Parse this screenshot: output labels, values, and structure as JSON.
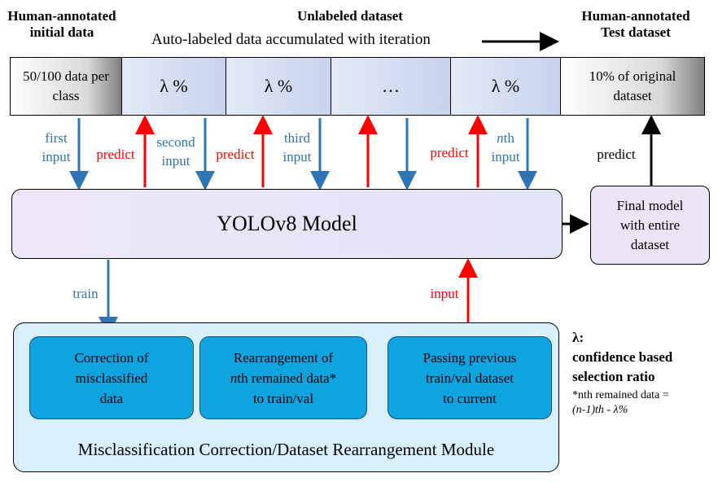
{
  "headers": {
    "left": [
      "Human-annotated",
      "initial data"
    ],
    "middle": "Unlabeled dataset",
    "right": [
      "Human-annotated",
      "Test dataset"
    ],
    "subtitle": "Auto-labeled data accumulated with iteration"
  },
  "cells": [
    "50/100 data per class",
    "λ %",
    "λ %",
    "…",
    "λ %",
    "10% of original dataset"
  ],
  "labels": {
    "first_input": [
      "first",
      "input"
    ],
    "second_input": [
      "second",
      "input"
    ],
    "third_input": [
      "third",
      "input"
    ],
    "nth_input": [
      "th",
      "input"
    ],
    "nth_prefix": "n",
    "predict": "predict",
    "train": "train",
    "input": "input"
  },
  "model": "YOLOv8 Model",
  "final_model": [
    "Final model",
    "with entire",
    "dataset"
  ],
  "steps": [
    [
      "Correction of",
      "misclassified",
      "data"
    ],
    [
      "Rearrangement of",
      "th remained data*",
      "to train/val"
    ],
    [
      "Passing previous",
      "train/val dataset",
      "to current"
    ]
  ],
  "step2_prefix": "n",
  "module_title": "Misclassification Correction/Dataset Rearrangement Module",
  "legend": {
    "symbol": "λ:",
    "line1": "confidence based",
    "line2": "selection ratio",
    "note1": "*nth remained data =",
    "note2": "(n-1)th  - λ%"
  },
  "colors": {
    "blue": "#2e75b6",
    "red": "#ff0000",
    "black": "#000000"
  }
}
